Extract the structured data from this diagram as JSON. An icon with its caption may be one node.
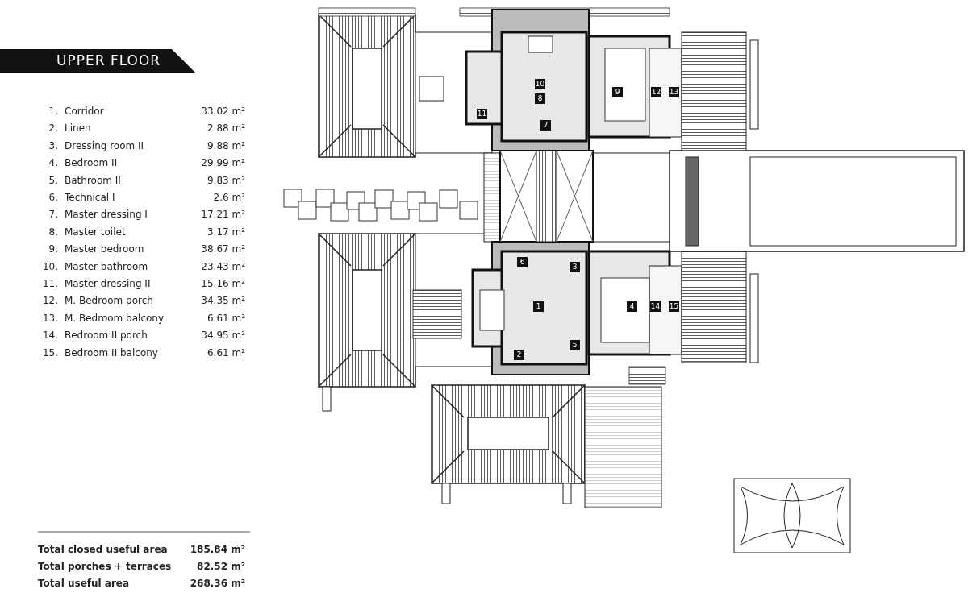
{
  "diagram": {
    "title": "UPPER FLOOR",
    "labels": [
      "1.",
      "Corridor",
      "33.02 m²",
      "2.",
      "Linen",
      "2.88 m²",
      "3.",
      "Dressing room II",
      "9.88 m²",
      "4.",
      "Bedroom II",
      "29.99 m²",
      "5.",
      "Bathroom II",
      "9.83 m²",
      "6.",
      "Technical I",
      "2.6 m²",
      "7.",
      "Master dressing I",
      "17.21 m²",
      "8.",
      "Master toilet",
      "3.17 m²",
      "9.",
      "Master bedroom",
      "38.67 m²",
      "10.",
      "Master bathroom",
      "23.43 m²",
      "11.",
      "Master dressing II",
      "15.16 m²",
      "12.",
      "M. Bedroom porch",
      "34.35 m²",
      "13.",
      "M. Bedroom balcony",
      "6.61 m²",
      "14.",
      "Bedroom II porch",
      "34.95 m²",
      "15.",
      "Bedroom II balcony",
      "6.61 m²",
      "10",
      "11",
      "9",
      "12",
      "13",
      "8",
      "7",
      "6",
      "3",
      "1",
      "4",
      "14",
      "15",
      "2",
      "5",
      "Total closed useful area",
      "185.84 m²",
      "Total porches + terraces",
      "82.52 m²",
      "Total useful area",
      "268.36 m²"
    ]
  }
}
